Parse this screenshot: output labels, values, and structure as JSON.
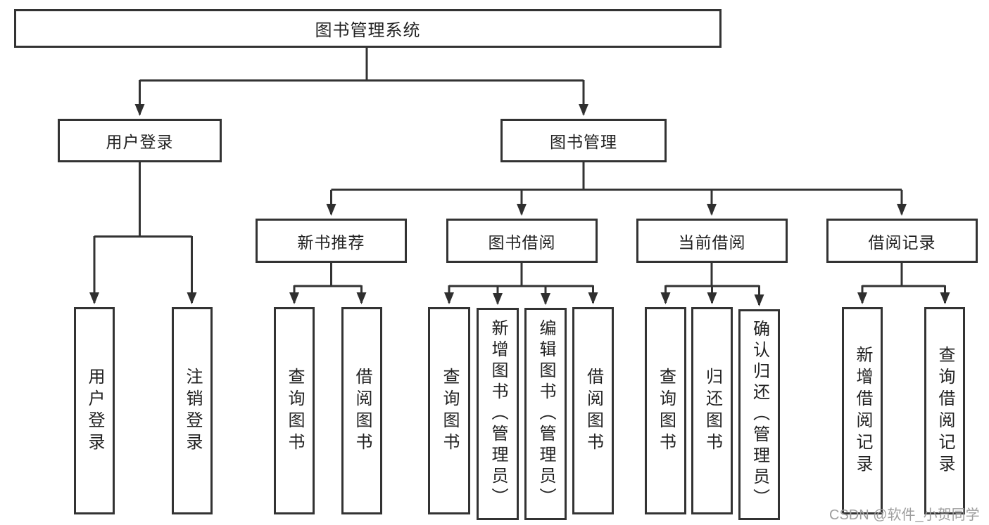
{
  "diagram": {
    "title": "图书管理系统",
    "colors": {
      "line": "#333333",
      "text": "#222222",
      "background": "#ffffff",
      "watermark": "#9e9e9e"
    },
    "nodes": {
      "root": {
        "label": "图书管理系统"
      },
      "user_login": {
        "label": "用户登录"
      },
      "book_mgmt": {
        "label": "图书管理"
      },
      "new_book_rec": {
        "label": "新书推荐"
      },
      "book_borrow": {
        "label": "图书借阅"
      },
      "current_borrow": {
        "label": "当前借阅"
      },
      "borrow_record": {
        "label": "借阅记录"
      },
      "login": {
        "label": "用户登录"
      },
      "logout": {
        "label": "注销登录"
      },
      "rec_query_book": {
        "label": "查询图书"
      },
      "rec_borrow_book": {
        "label": "借阅图书"
      },
      "bb_query_book": {
        "label": "查询图书"
      },
      "bb_add_book": {
        "label": "新增图书（管理员）"
      },
      "bb_edit_book": {
        "label": "编辑图书（管理员）"
      },
      "bb_borrow_book": {
        "label": "借阅图书"
      },
      "cb_query_book": {
        "label": "查询图书"
      },
      "cb_return_book": {
        "label": "归还图书"
      },
      "cb_confirm_return": {
        "label": "确认归还（管理员）"
      },
      "br_add_record": {
        "label": "新增借阅记录"
      },
      "br_query_record": {
        "label": "查询借阅记录"
      }
    },
    "watermark": "CSDN @软件_小贺同学"
  }
}
